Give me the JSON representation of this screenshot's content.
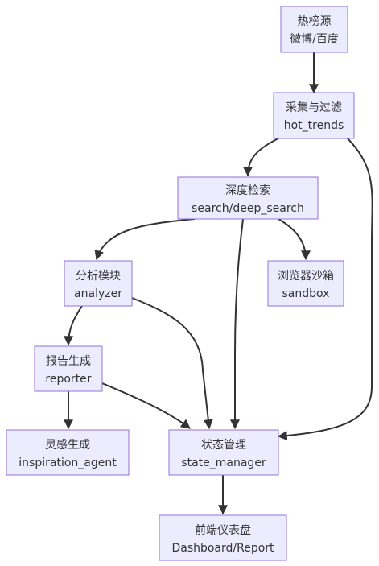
{
  "nodes": {
    "hot_source": {
      "line1": "热榜源",
      "line2": "微博/百度"
    },
    "collect": {
      "line1": "采集与过滤",
      "line2": "hot_trends"
    },
    "deep": {
      "line1": "深度检索",
      "line2": "search/deep_search"
    },
    "analyzer": {
      "line1": "分析模块",
      "line2": "analyzer"
    },
    "sandbox": {
      "line1": "浏览器沙箱",
      "line2": "sandbox"
    },
    "reporter": {
      "line1": "报告生成",
      "line2": "reporter"
    },
    "inspiration": {
      "line1": "灵感生成",
      "line2": "inspiration_agent"
    },
    "state": {
      "line1": "状态管理",
      "line2": "state_manager"
    },
    "dashboard": {
      "line1": "前端仪表盘",
      "line2": "Dashboard/Report"
    }
  },
  "edges": [
    {
      "from": "hot_source",
      "to": "collect"
    },
    {
      "from": "collect",
      "to": "deep"
    },
    {
      "from": "collect",
      "to": "state"
    },
    {
      "from": "deep",
      "to": "analyzer"
    },
    {
      "from": "deep",
      "to": "sandbox"
    },
    {
      "from": "deep",
      "to": "state"
    },
    {
      "from": "analyzer",
      "to": "reporter"
    },
    {
      "from": "analyzer",
      "to": "state"
    },
    {
      "from": "reporter",
      "to": "inspiration"
    },
    {
      "from": "reporter",
      "to": "state"
    },
    {
      "from": "state",
      "to": "dashboard"
    }
  ],
  "colors": {
    "node_fill": "#ececff",
    "node_stroke": "#9370db",
    "edge": "#333333"
  }
}
